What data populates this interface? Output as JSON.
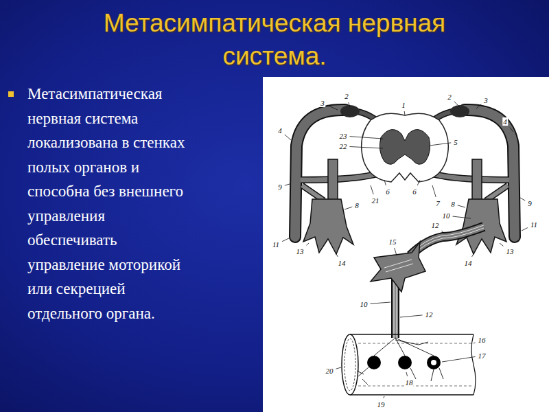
{
  "diagram": {
    "title": "Метасимпатическая нервная система.",
    "labels": [
      "Метасимпатическая нервная система локализована в стенках полых органов и способна без внешнего управления обеспечивать управление моторикой или секрецией отдельного органа.",
      "2",
      "3",
      "1",
      "2",
      "3",
      "4",
      "4",
      "23",
      "22",
      "5",
      "6",
      "6",
      "9",
      "21",
      "7",
      "8",
      "8",
      "9",
      "10",
      "11",
      "11",
      "13",
      "12",
      "13",
      "14",
      "14",
      "15",
      "10",
      "12",
      "16",
      "17",
      "20",
      "18",
      "19"
    ]
  }
}
